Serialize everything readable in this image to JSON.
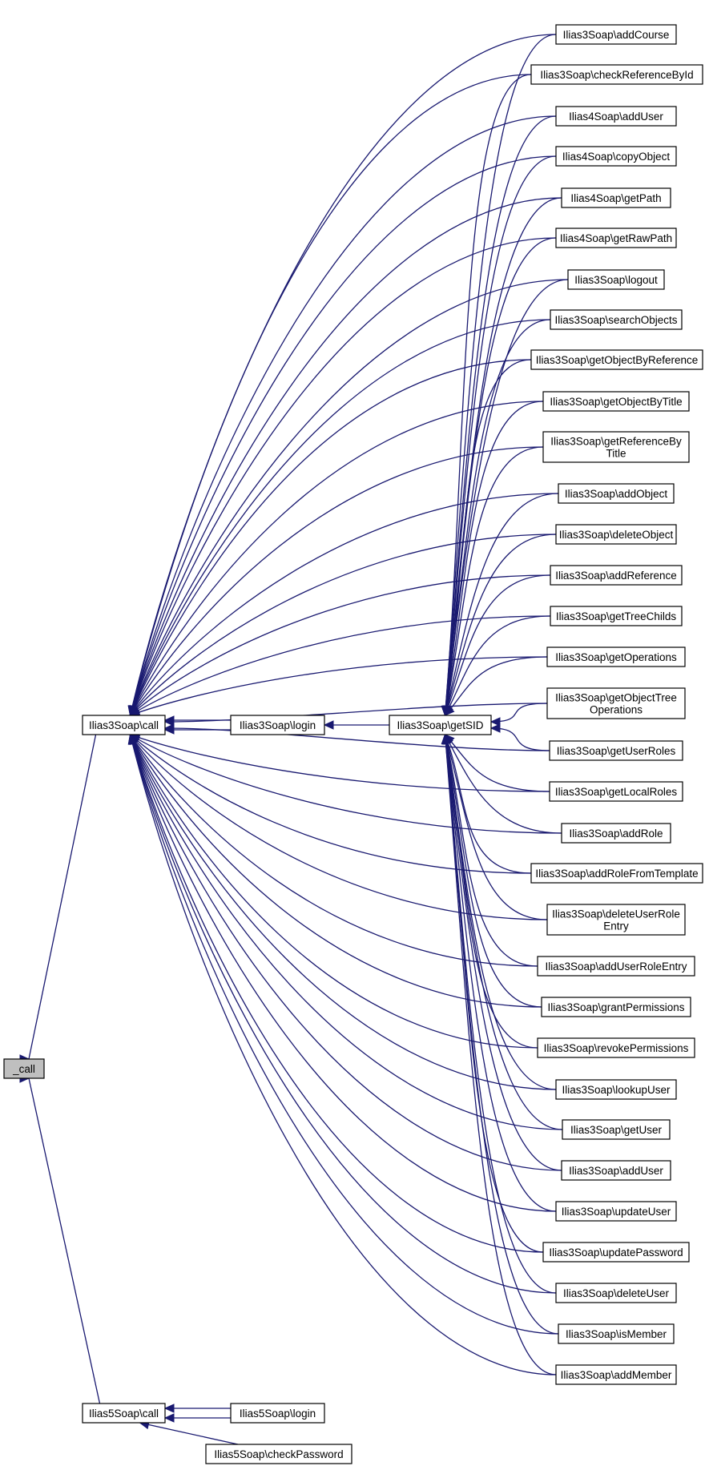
{
  "graph": {
    "nodes": {
      "root": {
        "label": [
          "_call"
        ]
      },
      "i3call": {
        "label": [
          "Ilias3Soap\\call"
        ]
      },
      "i5call": {
        "label": [
          "Ilias5Soap\\call"
        ]
      },
      "i3login": {
        "label": [
          "Ilias3Soap\\login"
        ]
      },
      "i3getsid": {
        "label": [
          "Ilias3Soap\\getSID"
        ]
      },
      "i5login": {
        "label": [
          "Ilias5Soap\\login"
        ]
      },
      "i5check": {
        "label": [
          "Ilias5Soap\\checkPassword"
        ]
      },
      "r0": {
        "label": [
          "Ilias3Soap\\addCourse"
        ]
      },
      "r1": {
        "label": [
          "Ilias3Soap\\checkReferenceById"
        ]
      },
      "r2": {
        "label": [
          "Ilias4Soap\\addUser"
        ]
      },
      "r3": {
        "label": [
          "Ilias4Soap\\copyObject"
        ]
      },
      "r4": {
        "label": [
          "Ilias4Soap\\getPath"
        ]
      },
      "r5": {
        "label": [
          "Ilias4Soap\\getRawPath"
        ]
      },
      "r6": {
        "label": [
          "Ilias3Soap\\logout"
        ]
      },
      "r7": {
        "label": [
          "Ilias3Soap\\searchObjects"
        ]
      },
      "r8": {
        "label": [
          "Ilias3Soap\\getObjectByReference"
        ]
      },
      "r9": {
        "label": [
          "Ilias3Soap\\getObjectByTitle"
        ]
      },
      "r10": {
        "label": [
          "Ilias3Soap\\getReferenceBy",
          "Title"
        ]
      },
      "r11": {
        "label": [
          "Ilias3Soap\\addObject"
        ]
      },
      "r12": {
        "label": [
          "Ilias3Soap\\deleteObject"
        ]
      },
      "r13": {
        "label": [
          "Ilias3Soap\\addReference"
        ]
      },
      "r14": {
        "label": [
          "Ilias3Soap\\getTreeChilds"
        ]
      },
      "r15": {
        "label": [
          "Ilias3Soap\\getOperations"
        ]
      },
      "r16": {
        "label": [
          "Ilias3Soap\\getObjectTree",
          "Operations"
        ]
      },
      "r17": {
        "label": [
          "Ilias3Soap\\getUserRoles"
        ]
      },
      "r18": {
        "label": [
          "Ilias3Soap\\getLocalRoles"
        ]
      },
      "r19": {
        "label": [
          "Ilias3Soap\\addRole"
        ]
      },
      "r20": {
        "label": [
          "Ilias3Soap\\addRoleFromTemplate"
        ]
      },
      "r21": {
        "label": [
          "Ilias3Soap\\deleteUserRole",
          "Entry"
        ]
      },
      "r22": {
        "label": [
          "Ilias3Soap\\addUserRoleEntry"
        ]
      },
      "r23": {
        "label": [
          "Ilias3Soap\\grantPermissions"
        ]
      },
      "r24": {
        "label": [
          "Ilias3Soap\\revokePermissions"
        ]
      },
      "r25": {
        "label": [
          "Ilias3Soap\\lookupUser"
        ]
      },
      "r26": {
        "label": [
          "Ilias3Soap\\getUser"
        ]
      },
      "r27": {
        "label": [
          "Ilias3Soap\\addUser"
        ]
      },
      "r28": {
        "label": [
          "Ilias3Soap\\updateUser"
        ]
      },
      "r29": {
        "label": [
          "Ilias3Soap\\updatePassword"
        ]
      },
      "r30": {
        "label": [
          "Ilias3Soap\\deleteUser"
        ]
      },
      "r31": {
        "label": [
          "Ilias3Soap\\isMember"
        ]
      },
      "r32": {
        "label": [
          "Ilias3Soap\\addMember"
        ]
      }
    },
    "edges": [
      [
        "i3call",
        "root"
      ],
      [
        "i5call",
        "root"
      ],
      [
        "i3login",
        "i3call"
      ],
      [
        "i3getsid",
        "i3login"
      ],
      [
        "i5login",
        "i5call"
      ],
      [
        "i5check",
        "i5call"
      ],
      [
        "r0",
        "i3call"
      ],
      [
        "r1",
        "i3call"
      ],
      [
        "r2",
        "i3call"
      ],
      [
        "r3",
        "i3call"
      ],
      [
        "r4",
        "i3call"
      ],
      [
        "r5",
        "i3call"
      ],
      [
        "r6",
        "i3call"
      ],
      [
        "r7",
        "i3call"
      ],
      [
        "r8",
        "i3call"
      ],
      [
        "r9",
        "i3call"
      ],
      [
        "r10",
        "i3call"
      ],
      [
        "r11",
        "i3call"
      ],
      [
        "r12",
        "i3call"
      ],
      [
        "r13",
        "i3call"
      ],
      [
        "r14",
        "i3call"
      ],
      [
        "r15",
        "i3call"
      ],
      [
        "r16",
        "i3call"
      ],
      [
        "r17",
        "i3call"
      ],
      [
        "r18",
        "i3call"
      ],
      [
        "r19",
        "i3call"
      ],
      [
        "r20",
        "i3call"
      ],
      [
        "r21",
        "i3call"
      ],
      [
        "r22",
        "i3call"
      ],
      [
        "r23",
        "i3call"
      ],
      [
        "r24",
        "i3call"
      ],
      [
        "r25",
        "i3call"
      ],
      [
        "r26",
        "i3call"
      ],
      [
        "r27",
        "i3call"
      ],
      [
        "r28",
        "i3call"
      ],
      [
        "r29",
        "i3call"
      ],
      [
        "r30",
        "i3call"
      ],
      [
        "r31",
        "i3call"
      ],
      [
        "r32",
        "i3call"
      ],
      [
        "r0",
        "i3getsid"
      ],
      [
        "r1",
        "i3getsid"
      ],
      [
        "r2",
        "i3getsid"
      ],
      [
        "r3",
        "i3getsid"
      ],
      [
        "r4",
        "i3getsid"
      ],
      [
        "r5",
        "i3getsid"
      ],
      [
        "r6",
        "i3getsid"
      ],
      [
        "r7",
        "i3getsid"
      ],
      [
        "r8",
        "i3getsid"
      ],
      [
        "r9",
        "i3getsid"
      ],
      [
        "r10",
        "i3getsid"
      ],
      [
        "r11",
        "i3getsid"
      ],
      [
        "r12",
        "i3getsid"
      ],
      [
        "r13",
        "i3getsid"
      ],
      [
        "r14",
        "i3getsid"
      ],
      [
        "r15",
        "i3getsid"
      ],
      [
        "r16",
        "i3getsid"
      ],
      [
        "r17",
        "i3getsid"
      ],
      [
        "r18",
        "i3getsid"
      ],
      [
        "r19",
        "i3getsid"
      ],
      [
        "r20",
        "i3getsid"
      ],
      [
        "r21",
        "i3getsid"
      ],
      [
        "r22",
        "i3getsid"
      ],
      [
        "r23",
        "i3getsid"
      ],
      [
        "r24",
        "i3getsid"
      ],
      [
        "r25",
        "i3getsid"
      ],
      [
        "r26",
        "i3getsid"
      ],
      [
        "r27",
        "i3getsid"
      ],
      [
        "r28",
        "i3getsid"
      ],
      [
        "r29",
        "i3getsid"
      ],
      [
        "r30",
        "i3getsid"
      ],
      [
        "r31",
        "i3getsid"
      ],
      [
        "r32",
        "i3getsid"
      ]
    ]
  }
}
